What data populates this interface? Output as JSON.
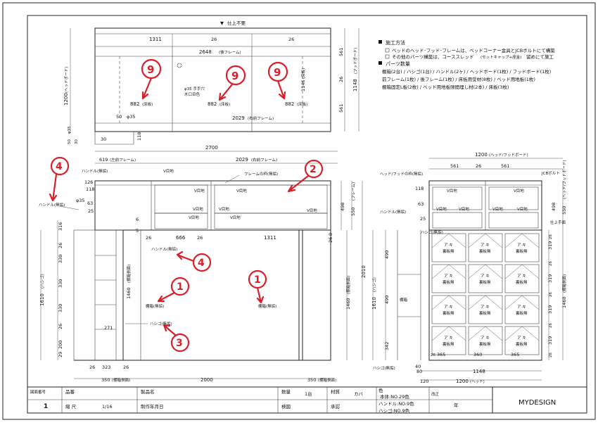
{
  "top_note": "仕上不要",
  "notes": {
    "header1": "施工方法",
    "line1": "ベッドのヘッド･フッド･フレームは、ベッドコーナー金具とJCBボルトにて構築",
    "line2a": "その他のパーツ構築は、コーススレッド",
    "line2b": "(セットキャップ+座金)",
    "line2c": "留めにて施工",
    "header2": "パーツ数量",
    "p1": "棚箱(2台) / ハシゴ(1台) / ハンドル(2ヶ) / ヘッドボード(1枚) / フッドボード(1枚)",
    "p2": "前フレーム(1枚) / 後フレーム(1枚) / 床板用受材(8枚) / ベッド用地板(1枚)",
    "p3": "棚箱固定L板(2枚) / ベッド用地板隙間埋し材(2本) / 床板(3枚)"
  },
  "plan": {
    "d1311": "1311",
    "d26a": "26",
    "d26b": "26",
    "d2648": "2648",
    "rear": "(後フレーム)",
    "d2029": "2029",
    "right": "(右前フレーム)",
    "board1": "882",
    "board2": "882",
    "board3": "882",
    "board_l": "(床板)",
    "hole": "φ35 手手穴",
    "hole2": "木口目色",
    "d50": "50",
    "phi": "φ35",
    "d1200": "1200",
    "head": "(ヘッドボード)",
    "d561a": "561",
    "d561b": "561",
    "d26c": "26",
    "d1148": "1148",
    "foot": "(フッドボード)",
    "d1146": "1146",
    "bed_sub": "(床板)",
    "d118": "118",
    "d30": "30",
    "s50": "50",
    "sphi": "φ35",
    "s30": "30"
  },
  "front": {
    "d2700": "2700",
    "d619": "619",
    "left_front": "(左前フレーム)",
    "d2029": "2029",
    "right_front": "(右前フレーム)",
    "frame_label": "フレームの枠(無垢)",
    "v": "V目地",
    "handle": "ハンドル(無垢)",
    "phi": "φ35",
    "d63": "63",
    "d118": "118",
    "d126": "126",
    "d25": "25",
    "d6": "6",
    "d26": "26",
    "d666": "666",
    "d1311": "1311",
    "d5": "5",
    "shelf1": "棚箱(無垢)",
    "shelf2": "棚箱(無垢)",
    "ladder": "ハシゴ(無垢)",
    "d1460": "1460",
    "shelf_side": "(棚箱側面)",
    "d1610": "1610",
    "ladder_v": "(ハシゴ)",
    "d316": "316",
    "d330a": "330",
    "d330b": "330",
    "d330c": "330",
    "d200": "200",
    "d29": "29",
    "d26s": "26",
    "d271": "271",
    "d323": "323",
    "d350a": "350",
    "shelf_bottom": "(棚箱側面)",
    "d2000": "2000",
    "d350b": "350",
    "shelf_bottom2": "(棚箱側面)",
    "d498": "498",
    "d550": "550",
    "frame_r": "(フレーム)",
    "d2010": "2010",
    "d1460r": "1460",
    "shelf_r": "(棚箱側面)",
    "d26r": "26",
    "d8": "8"
  },
  "side": {
    "d1200": "1200",
    "head": "(ヘッド/フッドボード)",
    "d561a": "561",
    "d26": "26",
    "d561b": "561",
    "jcb": "JCBボルト",
    "frame": "ヘッド/フッドの枠(無垢)",
    "d550": "550",
    "hf": "(ヘッド/フッドボード)",
    "finish": "仕上手面",
    "handle": "ハンドル(無垢)",
    "d118": "118",
    "d63": "63",
    "d25": "25",
    "ladder": "ハシゴ(無垢)",
    "d490a": "490",
    "d490b": "490",
    "d342": "342",
    "d1610": "1610",
    "ladder_v": "(ハシゴ)",
    "shelf": "棚箱",
    "back": "裏板無",
    "aki": "ア キ",
    "d365a": "365",
    "d365b": "365",
    "d360": "360",
    "d26b": "26",
    "d40": "40",
    "d80": "80",
    "d1148": "1148",
    "d120": "120",
    "head_b": "(ヘッド)",
    "r319a": "319",
    "r319b": "319",
    "r319c": "319",
    "r319d": "319",
    "r26a": "26",
    "r26b": "26",
    "r26c": "26",
    "r26d": "26",
    "r26e": "26",
    "d1460": "1460",
    "shelf_side": "(棚箱側面)",
    "d498": "498"
  },
  "annotations": [
    "9",
    "9",
    "9",
    "4",
    "2",
    "4",
    "1",
    "1",
    "3"
  ],
  "title_block": {
    "drawing_no_label": "図面番号",
    "drawing_no": "1",
    "product_label": "品番",
    "product_name_label": "製品名",
    "scale_label": "縮 尺",
    "scale": "1/16",
    "date_label": "制作年月日",
    "qty_label": "数量",
    "qty": "1台",
    "material_label": "材質",
    "material": "カバ",
    "inspect_label": "検図",
    "approve_label": "承認",
    "color_label": "色",
    "color1": "本体:NO.29色",
    "color2": "ハンドル:NO.9色",
    "color3": "ハシゴ:NO.9色",
    "revision_label": "改正",
    "year_label": "年",
    "brand": "MYDESIGN"
  },
  "colors": {
    "annotation": "#d8202a",
    "line": "#222222"
  }
}
